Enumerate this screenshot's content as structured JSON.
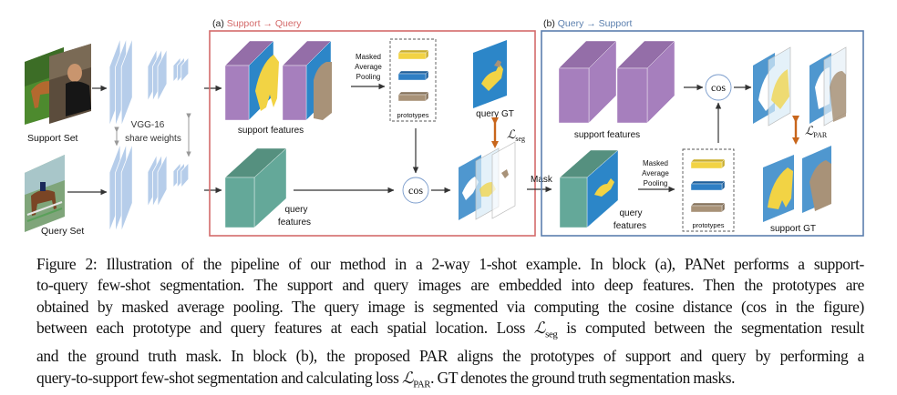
{
  "figure": {
    "support_set_label": "Support Set",
    "query_set_label": "Query Set",
    "backbone_label": "VGG-16",
    "share_weights_label": "share weights",
    "block_a": {
      "prefix": "(a) ",
      "title": "Support → Query",
      "color": "#d46a6a",
      "support_features_label": "support features",
      "query_features_label_1": "query",
      "query_features_label_2": "features",
      "map_label_1": "Masked",
      "map_label_2": "Average",
      "map_label_3": "Pooling",
      "prototypes_label": "prototypes",
      "cos_label": "cos",
      "query_gt_label": "query GT",
      "loss_symbol": "ℒ",
      "loss_sub": "seg"
    },
    "mask_label": "Mask",
    "block_b": {
      "prefix": "(b) ",
      "title": "Query → Support",
      "color": "#5b7fae",
      "support_features_label": "support features",
      "query_features_label_1": "query",
      "query_features_label_2": "features",
      "map_label_1": "Masked",
      "map_label_2": "Average",
      "map_label_3": "Pooling",
      "prototypes_label": "prototypes",
      "cos_label": "cos",
      "support_gt_label": "support GT",
      "loss_symbol": "ℒ",
      "loss_sub": "PAR"
    },
    "colors": {
      "support_feature": "#a67fbd",
      "support_feature_top": "#946ea8",
      "query_feature": "#64a899",
      "query_feature_top": "#55907f",
      "mask_blue": "#2c86c8",
      "proto_yellow": "#f2d344",
      "proto_blue": "#2f7fc4",
      "proto_tan": "#a89278",
      "vgg_blue": "#b6cdea",
      "loss_arrow": "#c8661c"
    }
  },
  "caption": {
    "lines": [
      "Figure 2: Illustration of the pipeline of our method in a 2-way 1-shot example.  In block (a), PANet performs a support-",
      "to-query few-shot segmentation.  The support and query images are embedded into deep features.  Then the prototypes are",
      "obtained by masked average pooling.  The query image is segmented via computing the cosine distance (cos in the figure)",
      "between each prototype and query features at each spatial location.  Loss ",
      " is computed between the segmentation result",
      "and the ground truth mask.  In block (b), the proposed PAR aligns the prototypes of support and query by performing a",
      "query-to-support few-shot segmentation and calculating loss ",
      ". GT denotes the ground truth segmentation masks."
    ],
    "loss_symbol": "ℒ",
    "seg_sub": "seg",
    "par_sub": "PAR"
  }
}
